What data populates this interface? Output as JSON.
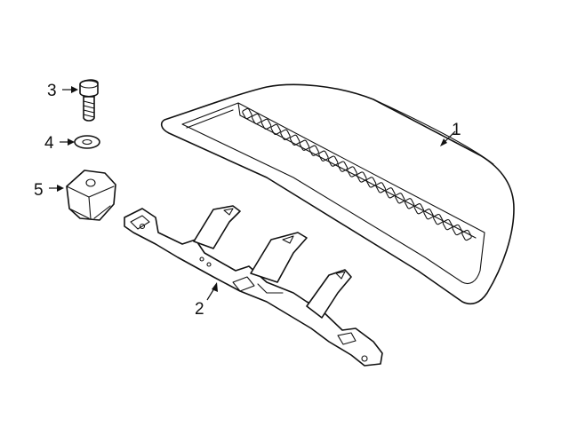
{
  "callouts": [
    {
      "id": "1",
      "label": "1",
      "part": "third-brake-lamp"
    },
    {
      "id": "2",
      "label": "2",
      "part": "mounting-bracket"
    },
    {
      "id": "3",
      "label": "3",
      "part": "bolt"
    },
    {
      "id": "4",
      "label": "4",
      "part": "washer"
    },
    {
      "id": "5",
      "label": "5",
      "part": "grommet-nut"
    }
  ],
  "colors": {
    "line": "#111111",
    "background": "#ffffff"
  }
}
